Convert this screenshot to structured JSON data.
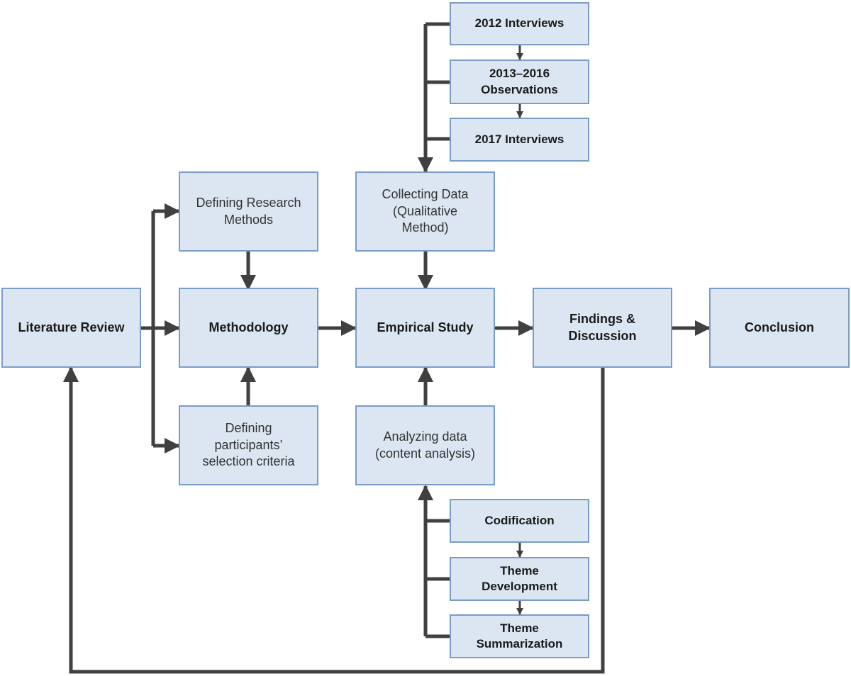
{
  "nodes": {
    "literature_review": "Literature Review",
    "defining_research_methods": "Defining Research Methods",
    "methodology": "Methodology",
    "defining_participants": "Defining participants’ selection criteria",
    "collecting_data": "Collecting Data (Qualitative Method)",
    "empirical_study": "Empirical Study",
    "analyzing_data": "Analyzing data (content analysis)",
    "findings_discussion": "Findings & Discussion",
    "conclusion": "Conclusion",
    "interviews_2012": "2012 Interviews",
    "observations_2013_2016": "2013–2016 Observations",
    "interviews_2017": "2017 Interviews",
    "codification": "Codification",
    "theme_development": "Theme Development",
    "theme_summarization": "Theme Summarization"
  },
  "colors": {
    "box_fill": "#dce6f2",
    "box_border": "#7a9cc8",
    "arrow": "#404040"
  }
}
